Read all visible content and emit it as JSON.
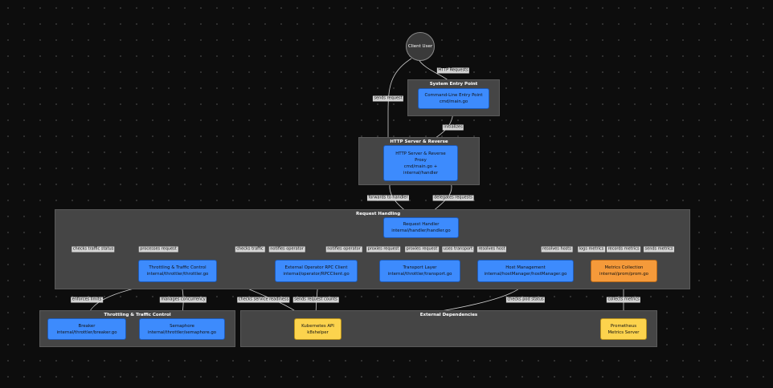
{
  "groups": {
    "entry": "System Entry Point",
    "http": "HTTP Server & Reverse",
    "request": "Request Handling",
    "throttle": "Throttling & Traffic Control",
    "external": "External Dependencies"
  },
  "nodes": {
    "client": "Client User",
    "cli": {
      "l1": "Command-Line Entry Point",
      "l2": "cmd/main.go"
    },
    "http": {
      "l1": "HTTP Server & Reverse",
      "l2": "Proxy",
      "l3": "cmd/main.go +",
      "l4": "internal/handler"
    },
    "handler": {
      "l1": "Request Handler",
      "l2": "internal/handler/handler.go"
    },
    "throttler": {
      "l1": "Throttling & Traffic Control",
      "l2": "internal/throttler/throttler.go"
    },
    "rpc": {
      "l1": "External Operator RPC Client",
      "l2": "internal/operator/RPCClient.go"
    },
    "transport": {
      "l1": "Transport Layer",
      "l2": "internal/throttler/transport.go"
    },
    "host": {
      "l1": "Host Management",
      "l2": "internal/hostManager/hostManager.go"
    },
    "metrics": {
      "l1": "Metrics Collection",
      "l2": "internal/prom/prom.go"
    },
    "breaker": {
      "l1": "Breaker",
      "l2": "internal/throttler/breaker.go"
    },
    "semaphore": {
      "l1": "Semaphore",
      "l2": "internal/throttler/semaphore.go"
    },
    "k8s": {
      "l1": "Kubernetes API",
      "l2": "k8shelper"
    },
    "prom": {
      "l1": "Prometheus",
      "l2": "Metrics Server"
    }
  },
  "edges": {
    "http_requests": "HTTP Requests",
    "sends_request": "sends request",
    "initializes": "initializes",
    "forwards": "forwards to handler",
    "delegates": "delegates requests",
    "checks_traffic_status": "checks traffic status",
    "processes_request": "processes request",
    "checks_traffic": "checks traffic",
    "notifies_operator_1": "notifies operator",
    "notifies_operator_2": "notifies operator",
    "proxies_request_1": "proxies request",
    "proxies_request_2": "proxies request",
    "uses_transport": "uses transport",
    "resolves_host": "resolves host",
    "resolves_hosts": "resolves hosts",
    "logs_metrics": "logs metrics",
    "records_metrics": "records metrics",
    "sends_metrics": "sends metrics",
    "enforces_limits": "enforces limits",
    "manages_concurrency": "manages concurrency",
    "checks_service_readiness": "checks service readiness",
    "sends_request_counts": "sends request counts",
    "checks_pod_status": "checks pod status",
    "collects_metrics": "collects metrics"
  },
  "colors": {
    "blue": "#3d8bfd",
    "orange": "#f59a3a",
    "yellow": "#fcd34d",
    "group": "#454545",
    "edge": "#cfcfcf"
  }
}
